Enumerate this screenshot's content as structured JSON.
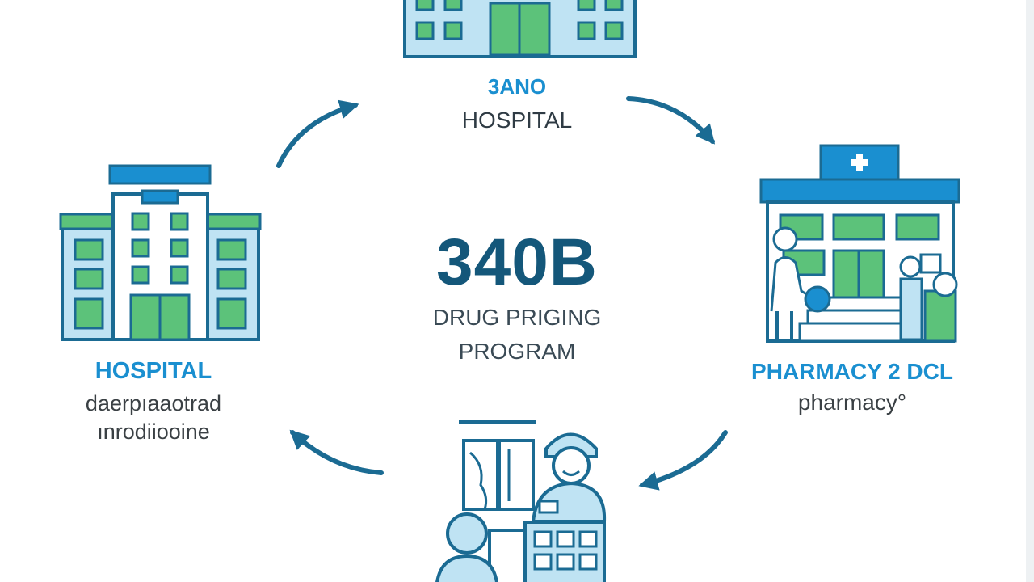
{
  "center": {
    "title": "340B",
    "subtitle_line1": "DRUG PRIGING",
    "subtitle_line2": "PROGRAM"
  },
  "top_node": {
    "code": "3ANO",
    "name": "HOSPITAL"
  },
  "left_node": {
    "name": "HOSPITAL",
    "sub_line1": "daerpıaaotrad",
    "sub_line2": "ınrodiiooine"
  },
  "right_node": {
    "name": "PHARMACY 2 DCL",
    "sub": "pharmacy°"
  },
  "colors": {
    "primary_blue": "#1a8fd0",
    "dark_teal": "#14577a",
    "green": "#5cc27a",
    "light_blue": "#bfe3f3",
    "outline": "#1b6b93"
  }
}
